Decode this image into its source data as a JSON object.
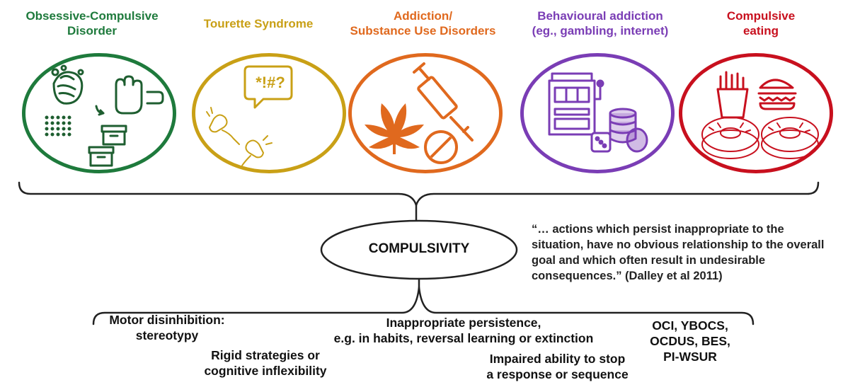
{
  "conditions": [
    {
      "title_l1": "Obsessive-Compulsive",
      "title_l2": "Disorder",
      "color": "#1e7a3c",
      "icon": "ocd-illustration"
    },
    {
      "title_l1": "Tourette Syndrome",
      "title_l2": "",
      "color": "#c9a016",
      "icon": "tourette-illustration"
    },
    {
      "title_l1": "Addiction/",
      "title_l2": "Substance Use Disorders",
      "color": "#e0691e",
      "icon": "substance-illustration"
    },
    {
      "title_l1": "Behavioural addiction",
      "title_l2": "(eg., gambling, internet)",
      "color": "#7a3db5",
      "icon": "gambling-illustration"
    },
    {
      "title_l1": "Compulsive",
      "title_l2": "eating",
      "color": "#c8101e",
      "icon": "food-illustration"
    }
  ],
  "speech_text": "*!#?",
  "center": {
    "label": "COMPULSIVITY"
  },
  "quote": "“… actions which persist inappropriate to the situation, have no obvious relationship to the overall goal and which often result in undesirable consequences.” (Dalley et al 2011)",
  "features": {
    "motor_l1": "Motor disinhibition:",
    "motor_l2": "stereotypy",
    "rigid_l1": "Rigid strategies or",
    "rigid_l2": "cognitive inflexibility",
    "persist_l1": "Inappropriate persistence,",
    "persist_l2": "e.g. in habits, reversal learning or extinction",
    "stop_l1": "Impaired ability to stop",
    "stop_l2": "a response or sequence",
    "scales_l1": "OCI, YBOCS,",
    "scales_l2": "OCDUS, BES,",
    "scales_l3": "PI-WSUR"
  }
}
